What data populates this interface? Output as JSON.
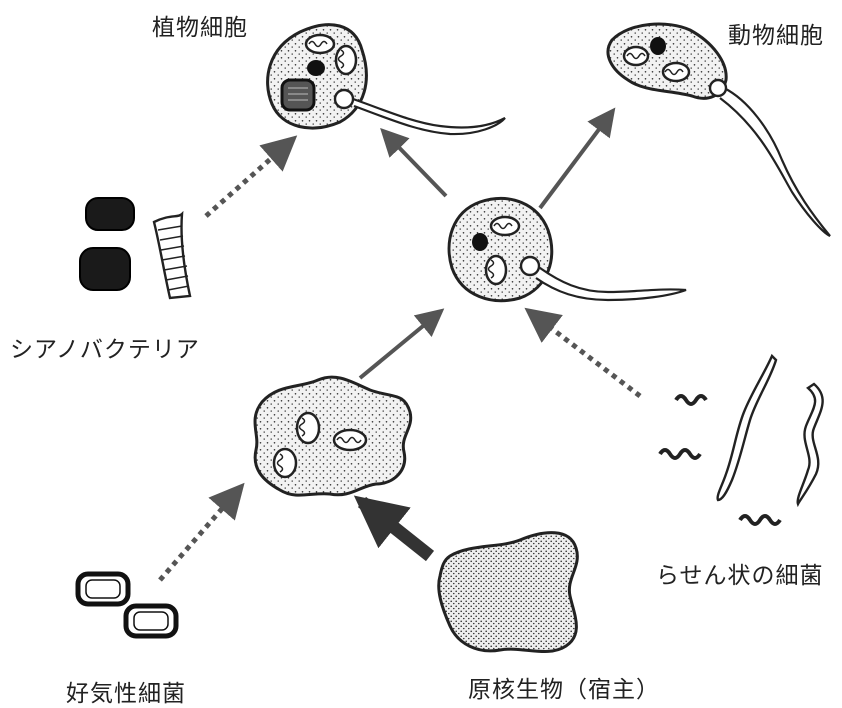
{
  "labels": {
    "plant_cell": "植物細胞",
    "animal_cell": "動物細胞",
    "cyanobacteria": "シアノバクテリア",
    "spiral_bacteria": "らせん状の細菌",
    "aerobic_bacteria": "好気性細菌",
    "prokaryote_host": "原核生物（宿主）"
  },
  "colors": {
    "ink": "#222222",
    "arrow": "#555555",
    "cell_fill": "#f1f1f1"
  },
  "icons": [
    "plant-cell-icon",
    "animal-cell-icon",
    "flagellate-cell-icon",
    "amoeboid-cell-icon",
    "cyanobacteria-icon",
    "spiral-bacteria-icon",
    "aerobic-bacteria-icon",
    "prokaryote-host-icon"
  ]
}
